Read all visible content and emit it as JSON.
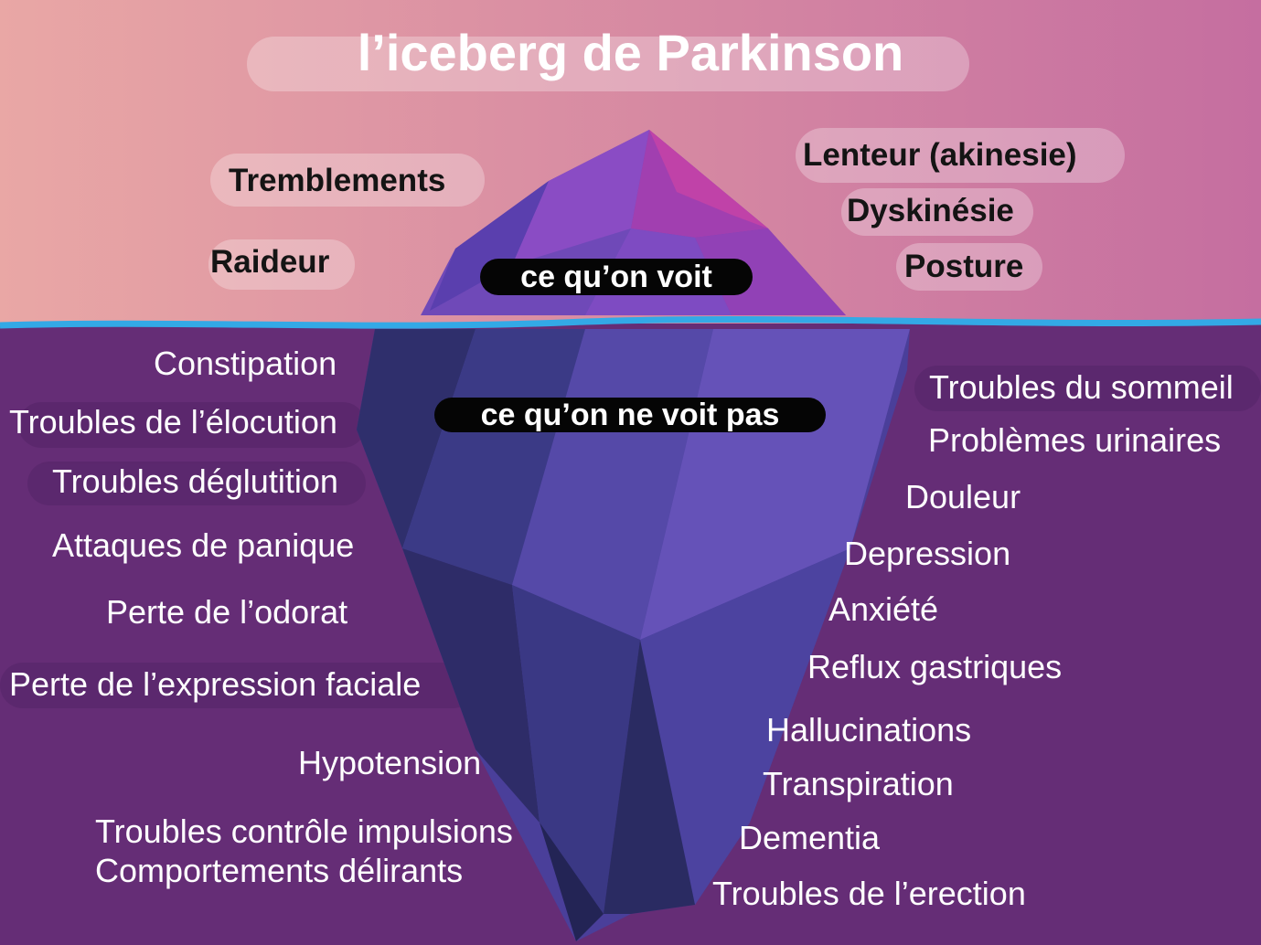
{
  "title": "l’iceberg de Parkinson",
  "colors": {
    "sky_left": "#e9a7a5",
    "sky_right": "#c56ea0",
    "water": "#652d76",
    "waterline": "#33a9e6",
    "iceberg_light": "#7a55c8",
    "iceberg_dark": "#2a2e6a",
    "iceberg_peak": "#b03aa6",
    "pill": "#050505"
  },
  "tags": {
    "visible": "ce qu’on voit",
    "hidden": "ce qu’on ne voit pas"
  },
  "above": {
    "left": [
      "Tremblements",
      "Raideur"
    ],
    "right": [
      "Lenteur (akinesie)",
      "Dyskinésie",
      "Posture"
    ]
  },
  "below": {
    "left": [
      "Constipation",
      "Troubles de l’élocution",
      "Troubles déglutition",
      "Attaques de panique",
      "Perte de l’odorat",
      "Perte de l’expression faciale",
      "Hypotension",
      "Troubles contrôle impulsions",
      "Comportements délirants"
    ],
    "right": [
      "Troubles du sommeil",
      "Problèmes urinaires",
      "Douleur",
      "Depression",
      "Anxiété",
      "Reflux gastriques",
      "Hallucinations",
      "Transpiration",
      "Dementia",
      "Troubles de l’erection"
    ]
  }
}
